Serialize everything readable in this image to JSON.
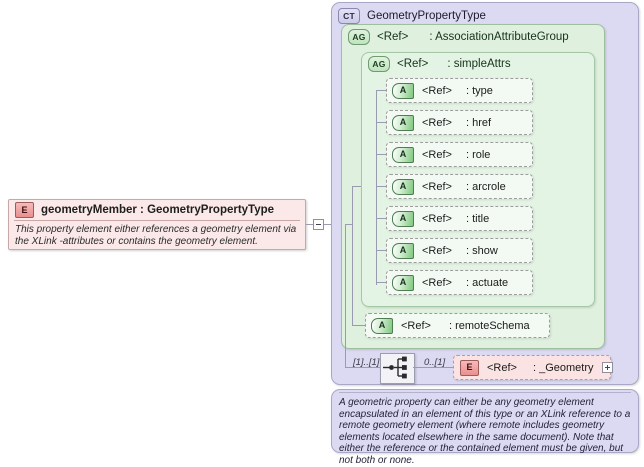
{
  "diagram": {
    "type": "xsd-element-diagram",
    "title": "geometryMember : GeometryPropertyType"
  },
  "element_box": {
    "icon": "element-icon",
    "icon_label": "E",
    "name": "geometryMember",
    "separator": ":",
    "type": "GeometryPropertyType",
    "title": "geometryMember : GeometryPropertyType",
    "documentation": "This property element either references a geometry element via the XLink -attributes or contains the geometry element.",
    "collapse_toggle": "minus"
  },
  "complex_type": {
    "icon": "complextype-icon",
    "icon_label": "CT",
    "name": "GeometryPropertyType"
  },
  "attribute_group_outer": {
    "icon": "attributegroup-icon",
    "icon_label": "AG",
    "ref": "<Ref>",
    "separator": ":",
    "name": "AssociationAttributeGroup"
  },
  "attribute_group_inner": {
    "icon": "attributegroup-icon",
    "icon_label": "AG",
    "ref": "<Ref>",
    "separator": ":",
    "name": "simpleAttrs"
  },
  "attributes": [
    {
      "icon_label": "A",
      "ref": "<Ref>",
      "name": ": type"
    },
    {
      "icon_label": "A",
      "ref": "<Ref>",
      "name": ": href"
    },
    {
      "icon_label": "A",
      "ref": "<Ref>",
      "name": ": role"
    },
    {
      "icon_label": "A",
      "ref": "<Ref>",
      "name": ": arcrole"
    },
    {
      "icon_label": "A",
      "ref": "<Ref>",
      "name": ": title"
    },
    {
      "icon_label": "A",
      "ref": "<Ref>",
      "name": ": show"
    },
    {
      "icon_label": "A",
      "ref": "<Ref>",
      "name": ": actuate"
    }
  ],
  "remote_schema_attribute": {
    "icon_label": "A",
    "ref": "<Ref>",
    "name": ": remoteSchema"
  },
  "compositor": {
    "kind": "choice",
    "icon": "choice-compositor-icon",
    "cardinality_left": "[1]..[1]",
    "cardinality_right": "0..[1]"
  },
  "geometry_element": {
    "icon": "element-icon",
    "icon_label": "E",
    "ref": "<Ref>",
    "name": ": _Geometry",
    "expand_toggle": "plus"
  },
  "annotation": {
    "text": "A geometric property can either be any geometry element encapsulated in an element of this type or an XLink reference to a remote geometry element (where remote includes geometry elements located elsewhere in the same document). Note that either the reference or the contained element must be given, but not both or none."
  },
  "colors": {
    "element_fill": "#fbe9e9",
    "complextype_fill": "#dcdaf2",
    "attributegroup_fill": "#dff0df",
    "attribute_fill": "#f3faf3",
    "connector": "#9a9ab0"
  }
}
